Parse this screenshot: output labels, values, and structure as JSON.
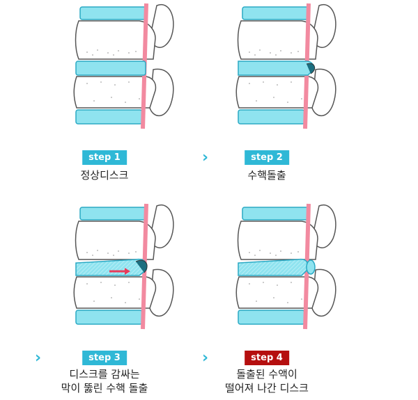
{
  "colors": {
    "disc": "#8fe3ef",
    "disc_outline": "#2aa9c4",
    "nerve": "#f28aa0",
    "badge_blue": "#2fb8d6",
    "badge_red": "#b50f0f",
    "arrow": "#2fb8d6"
  },
  "steps": [
    {
      "badge": "step 1",
      "lines": [
        "정상디스크"
      ]
    },
    {
      "badge": "step 2",
      "lines": [
        "수핵돌출"
      ]
    },
    {
      "badge": "step 3",
      "lines": [
        "디스크를 감싸는",
        "막이 뚫린 수핵 돌출"
      ]
    },
    {
      "badge": "step 4",
      "lines": [
        "돌출된 수액이",
        "떨어져 나간 디스크"
      ]
    }
  ],
  "arrow_icon": "chevron-right-icon"
}
